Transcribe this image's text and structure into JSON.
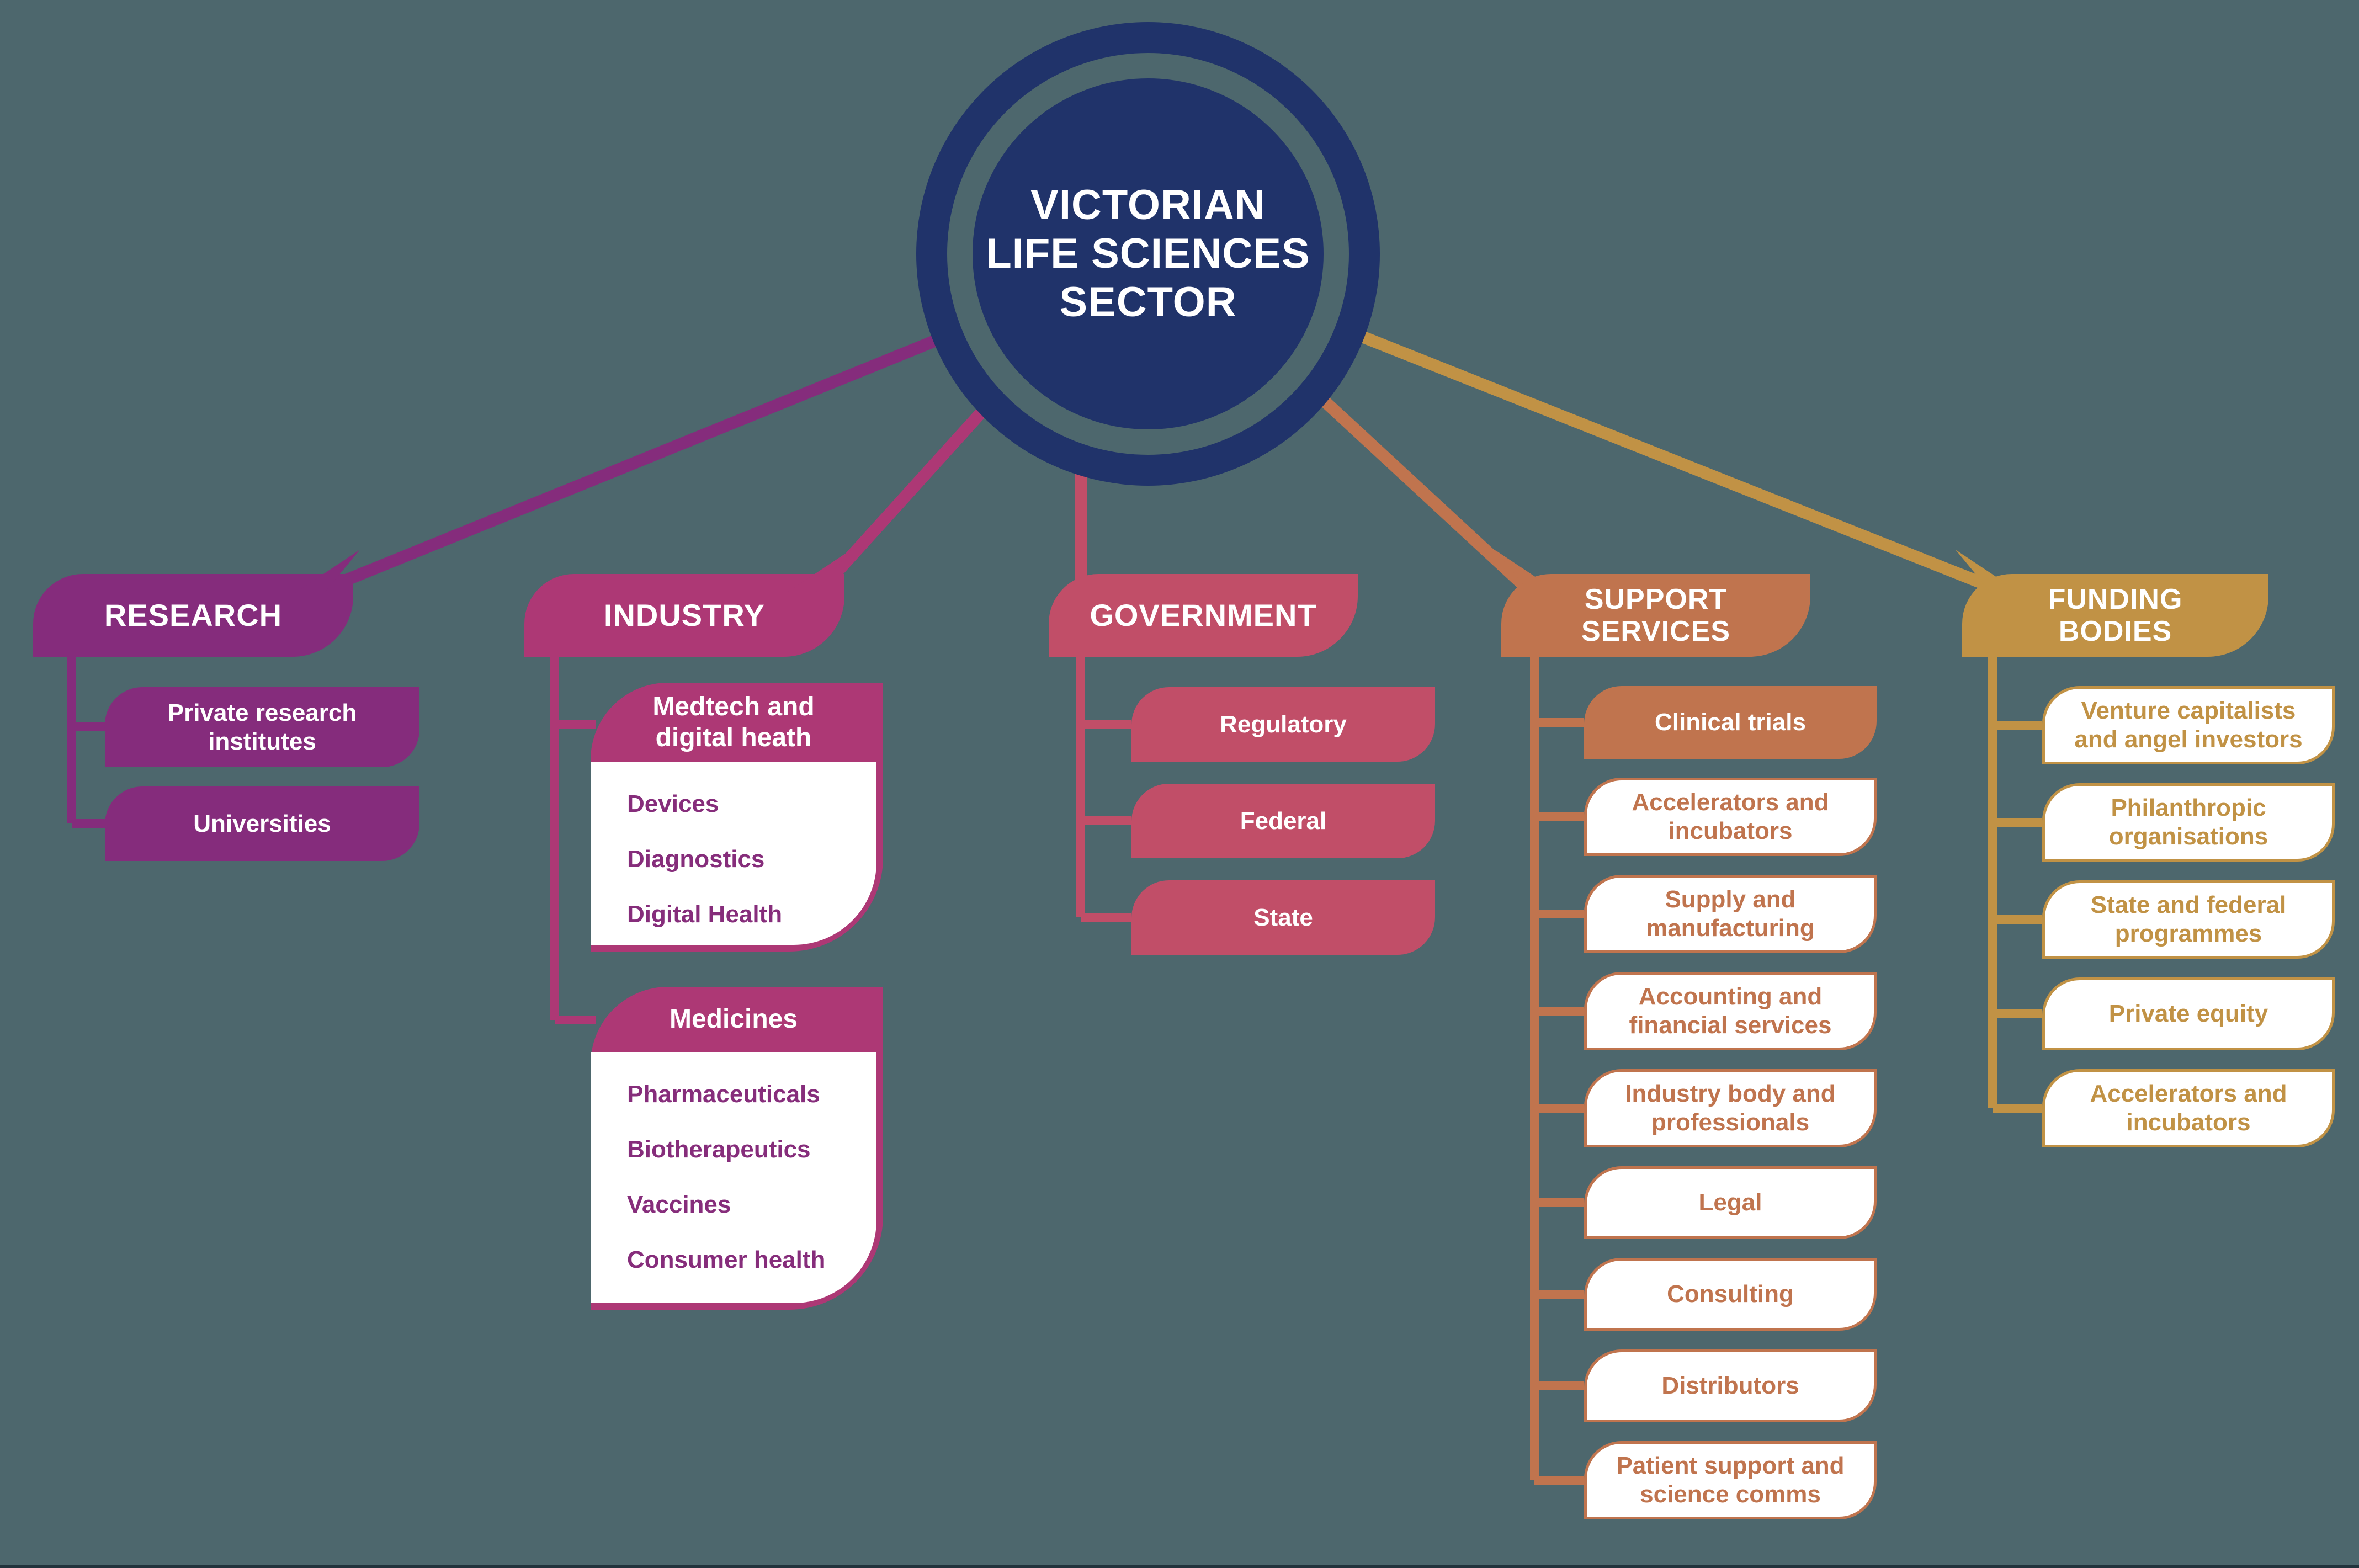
{
  "hub": {
    "line1": "VICTORIAN",
    "line2": "LIFE SCIENCES",
    "line3": "SECTOR"
  },
  "colors": {
    "bg": "#4D676D",
    "navy": "#20336A",
    "white": "#FFFFFF",
    "research": "#852C7C",
    "industry": "#AD3875",
    "government": "#C14E68",
    "support": "#C0744E",
    "funding": "#C19245",
    "industryText": "#862D7B",
    "edge": "#22333C"
  },
  "sections": [
    {
      "id": "research",
      "title_lines": [
        "RESEARCH"
      ],
      "children": [
        "Private research institutes",
        "Universities"
      ]
    },
    {
      "id": "industry",
      "title_lines": [
        "INDUSTRY"
      ],
      "cards": [
        {
          "title": "Medtech and digital heath",
          "items": [
            "Devices",
            "Diagnostics",
            "Digital Health"
          ]
        },
        {
          "title": "Medicines",
          "items": [
            "Pharmaceuticals",
            "Biotherapeutics",
            "Vaccines",
            "Consumer health"
          ]
        }
      ]
    },
    {
      "id": "government",
      "title_lines": [
        "GOVERNMENT"
      ],
      "children": [
        "Regulatory",
        "Federal",
        "State"
      ]
    },
    {
      "id": "support",
      "title_lines": [
        "SUPPORT",
        "SERVICES"
      ],
      "children": [
        "Clinical trials",
        "Accelerators and incubators",
        "Supply and manufacturing",
        "Accounting and financial services",
        "Industry body and professionals",
        "Legal",
        "Consulting",
        "Distributors",
        "Patient support and science comms"
      ]
    },
    {
      "id": "funding",
      "title_lines": [
        "FUNDING",
        "BODIES"
      ],
      "children": [
        "Venture capitalists and angel investors",
        "Philanthropic organisations",
        "State and federal programmes",
        "Private equity",
        "Accelerators and incubators"
      ]
    }
  ]
}
